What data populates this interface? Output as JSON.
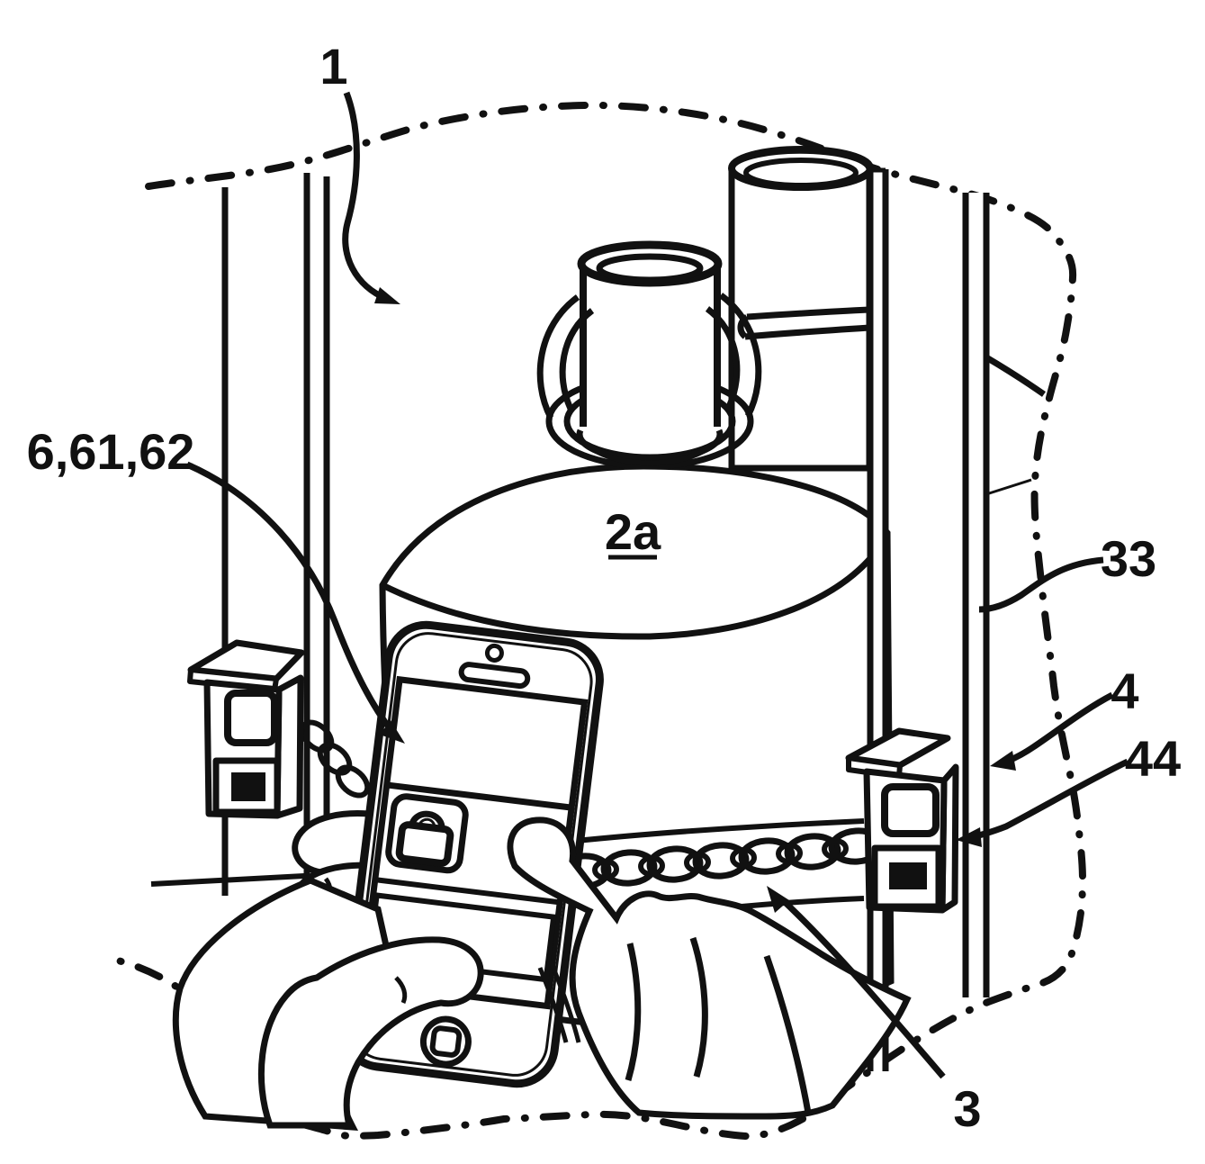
{
  "figure": {
    "kind": "patent-line-drawing",
    "description": "Hand holding a smartphone running a lock app in front of a gas cylinder secured by a chain between two lock boxes mounted on rack rails",
    "colors": {
      "ink": "#111111",
      "paper": "#ffffff"
    },
    "labels": [
      {
        "ref": "1",
        "text": "1",
        "target": "assembly-overview"
      },
      {
        "ref": "6,61,62",
        "text": "6,61,62",
        "target": "smartphone-display"
      },
      {
        "ref": "2a",
        "text": "2a",
        "target": "gas-cylinder"
      },
      {
        "ref": "33",
        "text": "33",
        "target": "rack-rail"
      },
      {
        "ref": "4",
        "text": "4",
        "target": "rack-post"
      },
      {
        "ref": "44",
        "text": "44",
        "target": "lock-box"
      },
      {
        "ref": "3",
        "text": "3",
        "target": "chain"
      }
    ],
    "icons": {
      "lock": "padlock-icon",
      "home": "home-button-icon",
      "camera": "camera-icon",
      "speaker": "speaker-icon"
    }
  }
}
